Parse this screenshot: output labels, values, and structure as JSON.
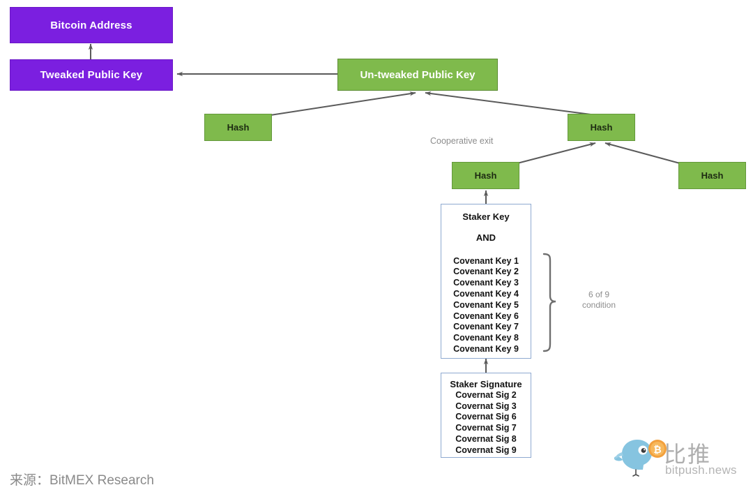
{
  "diagram": {
    "title": "Bitcoin Taproot staking script tree",
    "colors": {
      "purple": "#7B1FE0",
      "green": "#7FBA4C",
      "script_border": "#8EA9D0",
      "edge": "#5a5a5a",
      "gray_text": "#8d8d8d"
    },
    "nodes": {
      "bitcoin_address": "Bitcoin Address",
      "tweaked_public_key": "Tweaked Public Key",
      "untweaked_public_key": "Un-tweaked Public Key",
      "hash_left": "Hash",
      "hash_right": "Hash",
      "hash_mid": "Hash",
      "hash_far_right": "Hash"
    },
    "labels": {
      "cooperative_exit": "Cooperative exit",
      "condition_line1": "6 of 9",
      "condition_line2": "condition"
    },
    "script_box": {
      "staker_key": "Staker Key",
      "and": "AND",
      "covenant_keys": [
        "Covenant Key 1",
        "Covenant Key 2",
        "Covenant Key 3",
        "Covenant Key 4",
        "Covenant Key 5",
        "Covenant Key 6",
        "Covenant Key 7",
        "Covenant Key 8",
        "Covenant Key 9"
      ]
    },
    "witness_box": {
      "staker_signature": "Staker Signature",
      "signatures": [
        "Covernat Sig 2",
        "Covernat Sig 3",
        "Covernat Sig 6",
        "Covernat Sig 7",
        "Covernat Sig 8",
        "Covernat Sig 9"
      ]
    },
    "footer": {
      "source": "来源：BitMEX Research"
    },
    "watermark": {
      "brand_cn": "比推",
      "url": "bitpush.news",
      "coin_symbol": "₿"
    }
  }
}
